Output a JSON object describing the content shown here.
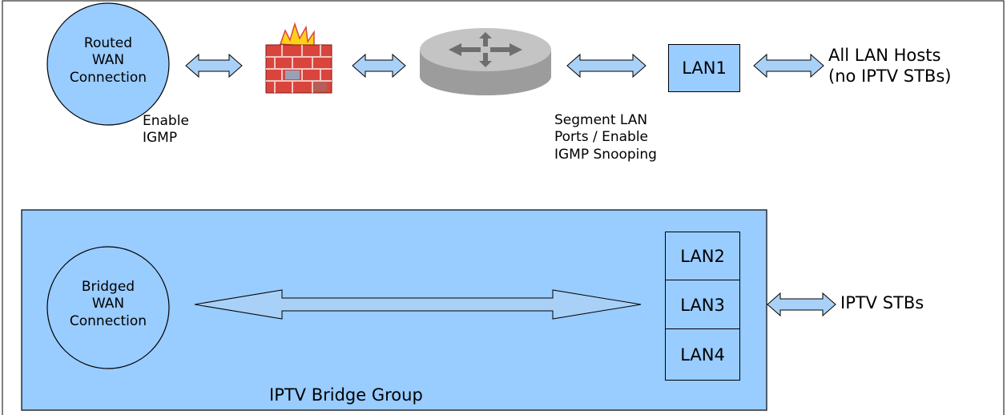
{
  "routed_wan": {
    "label": "Routed\nWAN\nConnection"
  },
  "routed_note": "Enable\nIGMP",
  "lan1": {
    "label": "LAN1"
  },
  "all_lan_hosts": "All LAN Hosts\n(no IPTV STBs)",
  "segment_note": "Segment LAN\nPorts / Enable\nIGMP Snooping",
  "bridged_wan": {
    "label": "Bridged\nWAN\nConnection"
  },
  "lan_ports": [
    {
      "label": "LAN2"
    },
    {
      "label": "LAN3"
    },
    {
      "label": "LAN4"
    }
  ],
  "iptv_stbs": "IPTV STBs",
  "bridge_group": {
    "label": "IPTV Bridge Group"
  },
  "colors": {
    "fill_blue": "#99ccff",
    "arrow_blue": "#a9d1f7",
    "border": "#000000",
    "firewall_brick": "#d9453d",
    "router_gray": "#b9b9b9"
  },
  "icons": {
    "firewall": "firewall-icon",
    "router": "router-icon"
  }
}
